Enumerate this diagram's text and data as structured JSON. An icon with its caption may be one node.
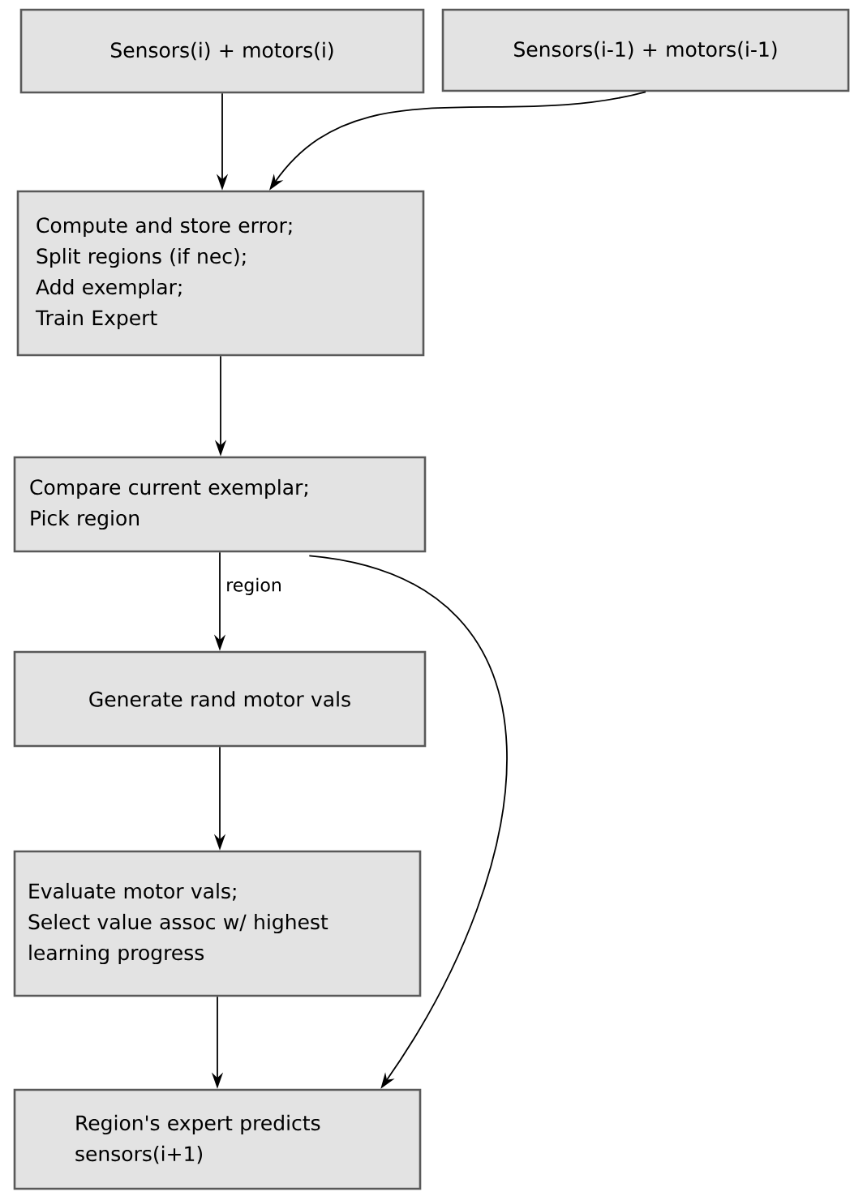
{
  "diagram": {
    "nodes": [
      {
        "text": [
          "Sensors(i) + motors(i)"
        ]
      },
      {
        "text": [
          "Sensors(i-1) + motors(i-1)"
        ]
      },
      {
        "text": [
          "Compute and store error;",
          "Split regions (if nec);",
          "Add exemplar;",
          "Train Expert"
        ]
      },
      {
        "text": [
          "Compare current exemplar;",
          "Pick region"
        ]
      },
      {
        "text": [
          "Generate rand motor vals"
        ]
      },
      {
        "text": [
          "Evaluate motor vals;",
          "Select value assoc w/ highest learning progress"
        ]
      },
      {
        "text": [
          "Region's expert predicts sensors(i+1)"
        ]
      }
    ],
    "edges": [
      {
        "from": 0,
        "to": 2,
        "arrow": "to"
      },
      {
        "from": 1,
        "to": 2,
        "arrow": "to"
      },
      {
        "from": 2,
        "to": 3,
        "arrow": "to"
      },
      {
        "from": 3,
        "to": 4,
        "arrow": "to",
        "label": "region"
      },
      {
        "from": 3,
        "to": 6,
        "arrow": "to"
      },
      {
        "from": 4,
        "to": 5,
        "arrow": "to"
      },
      {
        "from": 5,
        "to": 6,
        "arrow": "to"
      }
    ]
  }
}
